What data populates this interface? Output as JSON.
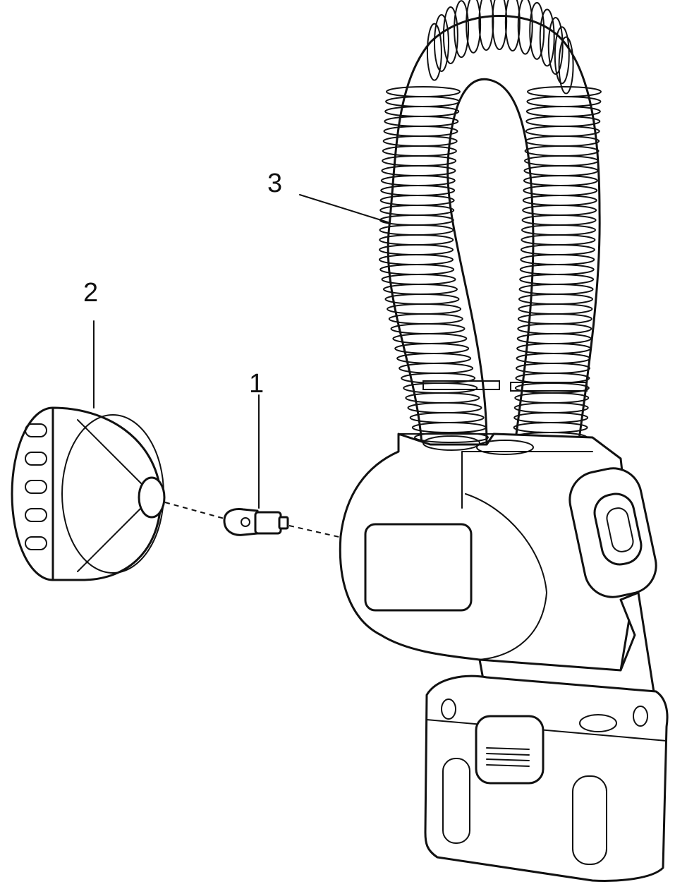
{
  "figure": {
    "callouts": [
      {
        "id": "bulb",
        "label": "1"
      },
      {
        "id": "lens-cap",
        "label": "2"
      },
      {
        "id": "flex-neck",
        "label": "3"
      }
    ],
    "line_color": "#111111",
    "background": "#ffffff"
  }
}
